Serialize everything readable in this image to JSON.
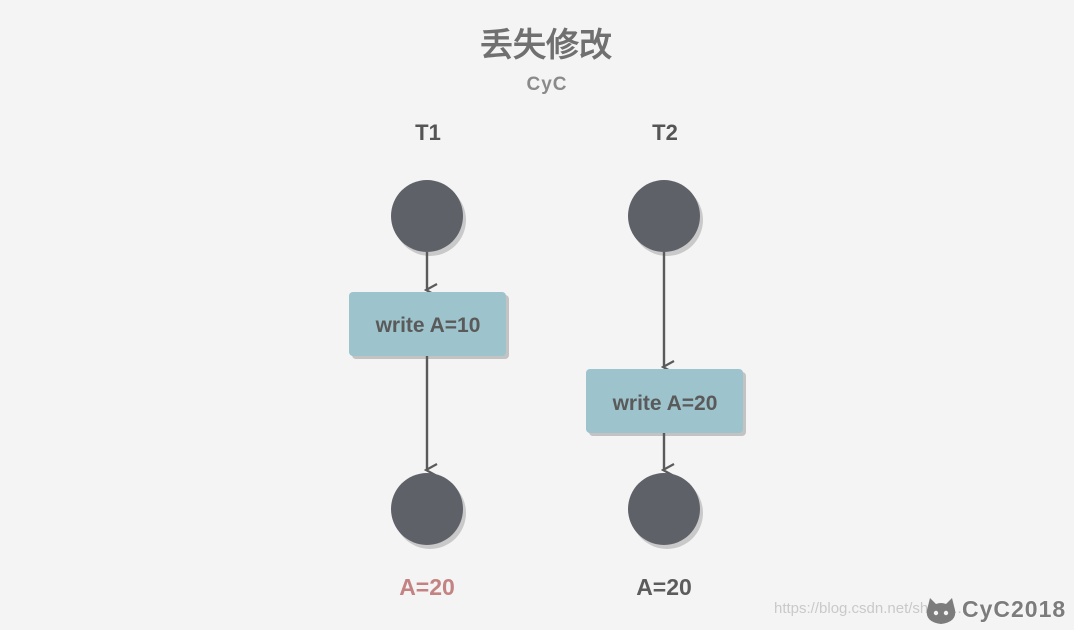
{
  "title": "丢失修改",
  "subtitle": "CyC",
  "lanes": [
    {
      "label": "T1",
      "operation": "write A=10",
      "result": "A=20",
      "result_color": "#c38383"
    },
    {
      "label": "T2",
      "operation": "write A=20",
      "result": "A=20",
      "result_color": "#5c5c5c"
    }
  ],
  "colors": {
    "background": "#f4f4f4",
    "node": "#5f6169",
    "box": "#9dc4cc",
    "arrow": "#5a5a5a"
  },
  "watermark": {
    "url": "https://blog.csdn.net/sheng...",
    "logo_text": "CyC2018",
    "logo_icon": "octocat-icon"
  }
}
